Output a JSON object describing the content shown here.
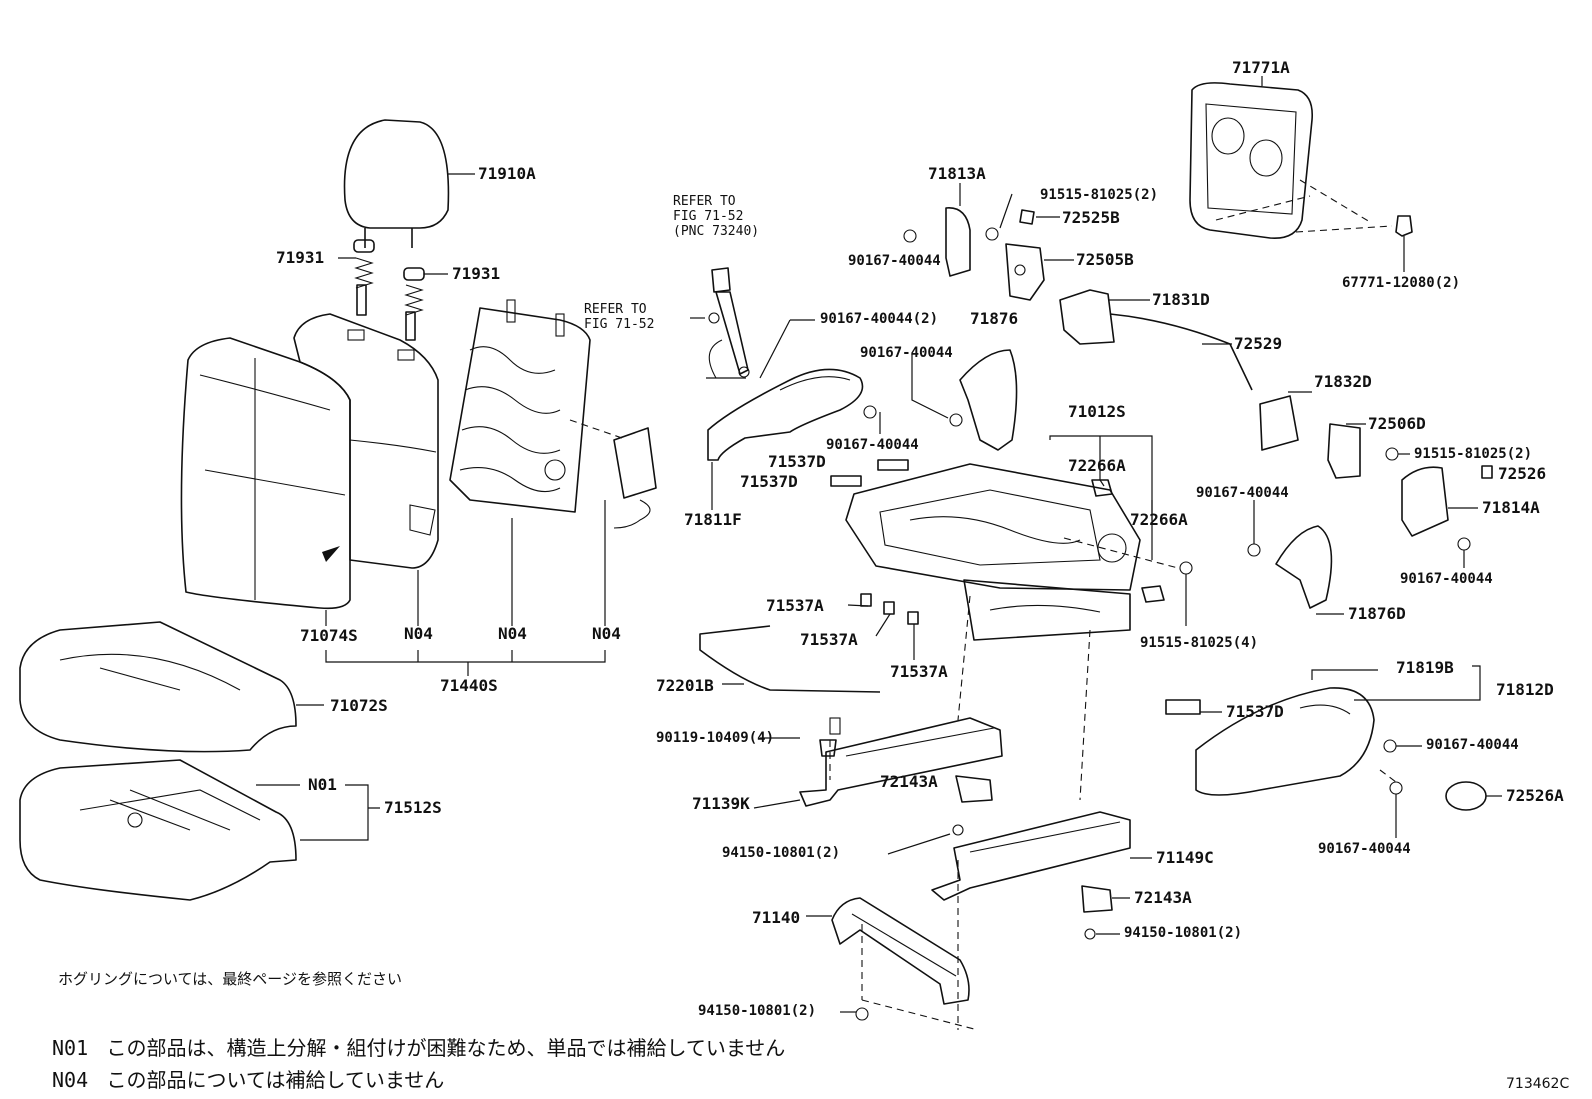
{
  "figure_code": "713462C",
  "labels": {
    "l_71910A": "71910A",
    "l_71931a": "71931",
    "l_71931b": "71931",
    "l_71074S": "71074S",
    "l_N04a": "N04",
    "l_N04b": "N04",
    "l_N04c": "N04",
    "l_71440S": "71440S",
    "l_71072S": "71072S",
    "l_N01": "N01",
    "l_71512S": "71512S",
    "l_ref1": "REFER TO\nFIG 71-52\n(PNC 73240)",
    "l_ref2": "REFER TO\nFIG 71-52",
    "l_90167_2": "90167-40044(2)",
    "l_71876": "71876",
    "l_71537D_a": "71537D",
    "l_71537D_b": "71537D",
    "l_71811F": "71811F",
    "l_90167_c": "90167-40044",
    "l_90167_b": "90167-40044",
    "l_90167_a": "90167-40044",
    "l_71813A": "71813A",
    "l_91515_2a": "91515-81025(2)",
    "l_72525B": "72525B",
    "l_72505B": "72505B",
    "l_71831D": "71831D",
    "l_72529": "72529",
    "l_71771A": "71771A",
    "l_67771": "67771-12080(2)",
    "l_71832D": "71832D",
    "l_71012S": "71012S",
    "l_72266A_a": "72266A",
    "l_72266A_b": "72266A",
    "l_72506D": "72506D",
    "l_91515_2b": "91515-81025(2)",
    "l_72526": "72526",
    "l_90167_d": "90167-40044",
    "l_71814A": "71814A",
    "l_90167_e": "90167-40044",
    "l_71876D": "71876D",
    "l_91515_4": "91515-81025(4)",
    "l_71537A_a": "71537A",
    "l_71537A_b": "71537A",
    "l_71537A_c": "71537A",
    "l_72201B": "72201B",
    "l_90119": "90119-10409(4)",
    "l_71139K": "71139K",
    "l_72143A_a": "72143A",
    "l_94150_a": "94150-10801(2)",
    "l_71140": "71140",
    "l_94150_b": "94150-10801(2)",
    "l_71149C": "71149C",
    "l_72143A_b": "72143A",
    "l_94150_c": "94150-10801(2)",
    "l_71819B": "71819B",
    "l_71812D": "71812D",
    "l_71537D_c": "71537D",
    "l_90167_f": "90167-40044",
    "l_72526A": "72526A",
    "l_90167_g": "90167-40044"
  },
  "notes": {
    "hog_ring": "ホグリングについては、最終ページを参照ください",
    "n01_code": "N01",
    "n01_text": "この部品は、構造上分解・組付けが困難なため、単品では補給していません",
    "n04_code": "N04",
    "n04_text": "この部品については補給していません"
  }
}
